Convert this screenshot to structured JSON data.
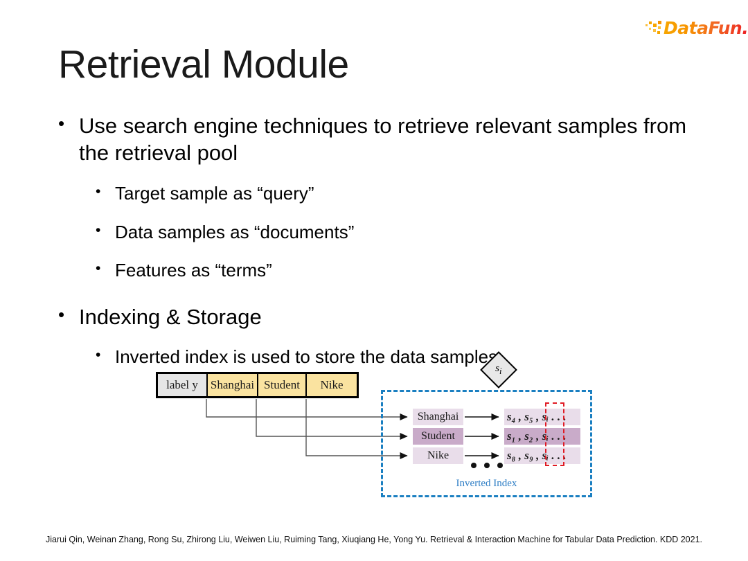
{
  "brand": {
    "name": "DataFun.",
    "icon": "datafun-logo",
    "color_start": "#f7a600",
    "color_end": "#ec1c24"
  },
  "slide": {
    "title": "Retrieval Module",
    "bullets": [
      {
        "level": 1,
        "text": "Use search engine techniques to retrieve relevant samples from the retrieval pool"
      },
      {
        "level": 2,
        "text": "Target sample as “query”"
      },
      {
        "level": 2,
        "text": "Data samples as “documents”"
      },
      {
        "level": 2,
        "text": "Features as “terms”"
      },
      {
        "level": 1,
        "text": "Indexing & Storage"
      },
      {
        "level": 2,
        "text": "Inverted index is used to store the data samples"
      }
    ]
  },
  "diagram": {
    "sample": {
      "tag": "s",
      "tag_sub": "i",
      "cells": [
        {
          "text": "label y",
          "kind": "label"
        },
        {
          "text": "Shanghai",
          "kind": "feature"
        },
        {
          "text": "Student",
          "kind": "feature"
        },
        {
          "text": "Nike",
          "kind": "feature"
        }
      ]
    },
    "inverted_index": {
      "caption": "Inverted Index",
      "border_color": "#1a7fc1",
      "highlight_color": "#e01b24",
      "ellipsis": "• • •",
      "rows": [
        {
          "term": "Shanghai",
          "postings": "s₄ , s₅ , sᵢ . . .",
          "highlight": false
        },
        {
          "term": "Student",
          "postings": "s₁ , s₂ , sᵢ . . .",
          "highlight": true
        },
        {
          "term": "Nike",
          "postings": "s₈ , s₉ , sᵢ . . .",
          "highlight": false
        }
      ]
    }
  },
  "footer": {
    "citation": "Jiarui Qin, Weinan Zhang, Rong Su, Zhirong Liu, Weiwen Liu, Ruiming Tang, Xiuqiang He, Yong Yu. Retrieval & Interaction Machine for Tabular Data Prediction. KDD 2021."
  }
}
